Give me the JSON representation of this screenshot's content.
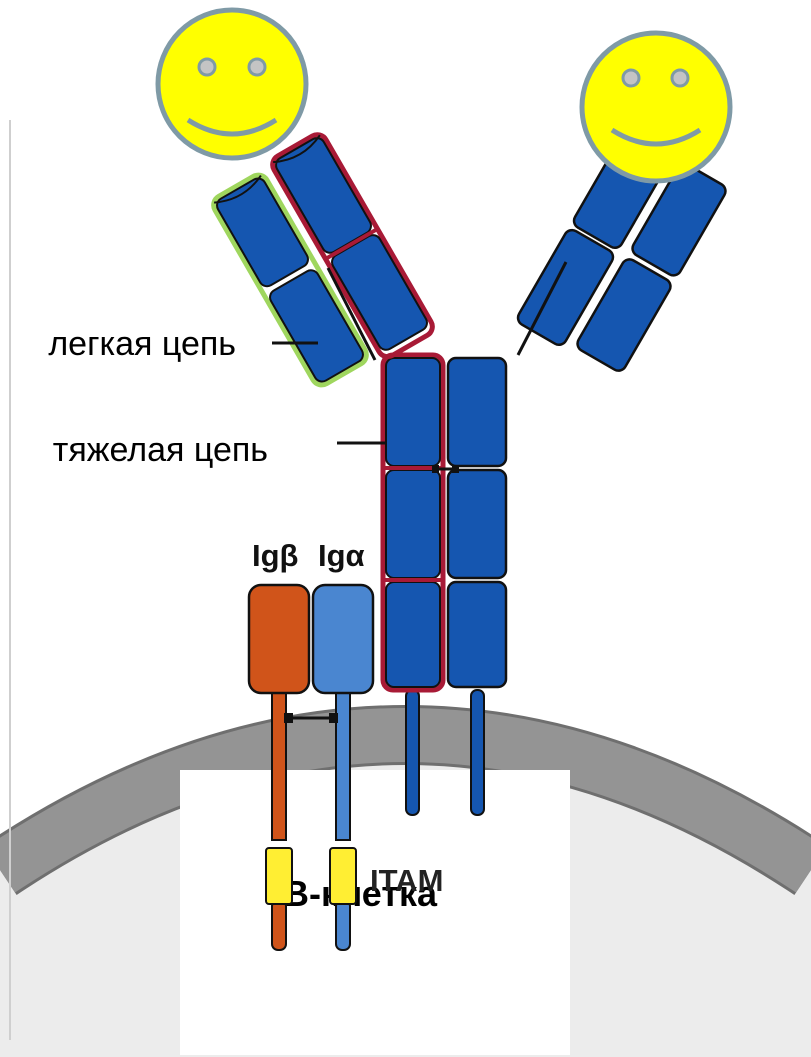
{
  "labels": {
    "light_chain": "легкая цепь",
    "heavy_chain": "тяжелая цепь",
    "ig_beta": "Igβ",
    "ig_alpha": "Igα",
    "itam": "ITAM",
    "cell": "В-клетка"
  },
  "colors": {
    "domain_blue": "#1556b0",
    "heavy_outline": "#a81a36",
    "light_outline": "#9fd65e",
    "ig_beta_fill": "#d0541a",
    "ig_alpha_fill": "#4a86d0",
    "itam_yellow": "#ffee33",
    "membrane": "#8a8a8a",
    "cytoplasm": "#ececec",
    "antigen_face": "#ffff00",
    "antigen_outline": "#7f9aa6"
  },
  "icons": {
    "antigen_left": "smiley-face-icon",
    "antigen_right": "smiley-face-icon"
  }
}
